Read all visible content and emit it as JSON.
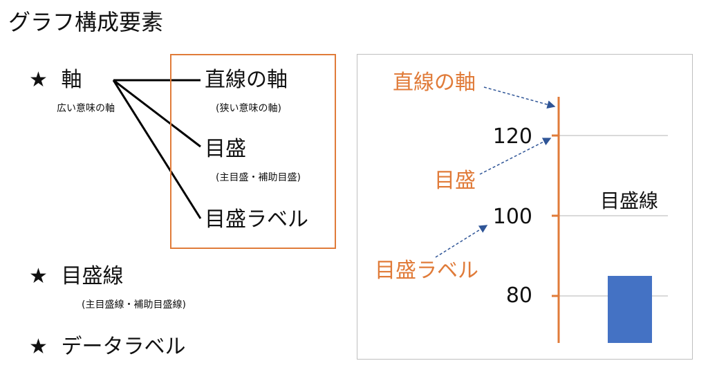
{
  "title": "グラフ構成要素",
  "bullets": {
    "star": "★",
    "axis": {
      "label": "軸",
      "note": "広い意味の軸"
    },
    "gridline": {
      "label": "目盛線",
      "note": "(主目盛線・補助目盛線)"
    },
    "datalabel": {
      "label": "データラベル"
    }
  },
  "axis_parts": [
    {
      "label": "直線の軸",
      "note": "(狭い意味の軸)"
    },
    {
      "label": "目盛",
      "note": "(主目盛・補助目盛)"
    },
    {
      "label": "目盛ラベル",
      "note": ""
    }
  ],
  "colors": {
    "accent": "#e07b39",
    "bar": "#4472c4",
    "grid": "#d9d9d9",
    "arrow": "#2f5597"
  },
  "chart_data": {
    "type": "bar",
    "ticks": [
      80,
      100,
      120
    ],
    "values": [
      85
    ],
    "annotations": {
      "axis_line": "直線の軸",
      "tick_mark": "目盛",
      "tick_label": "目盛ラベル",
      "gridline": "目盛線"
    }
  }
}
